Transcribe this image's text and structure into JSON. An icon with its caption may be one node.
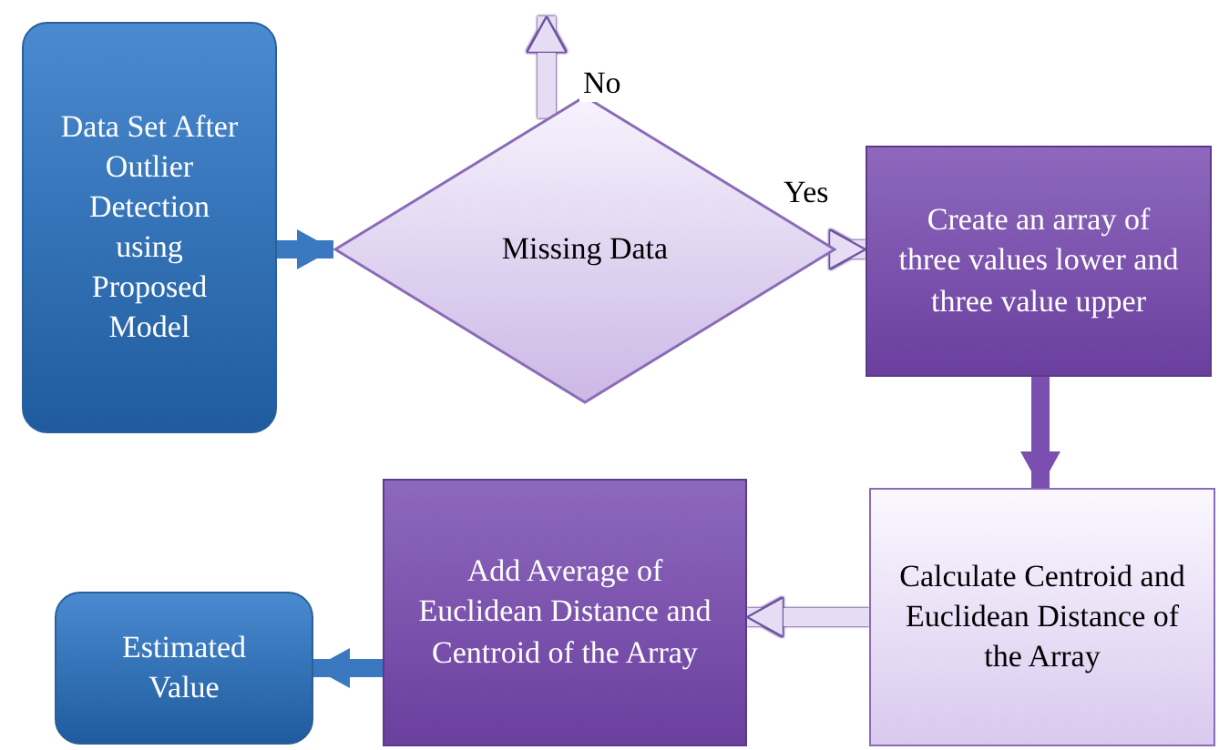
{
  "diagram": {
    "nodes": [
      {
        "text": [
          "Data Set After Outlier Detection using Proposed Model"
        ]
      },
      {
        "text": [
          "Missing Data"
        ]
      },
      {
        "text": [
          "Create an array of three values lower and three value upper"
        ]
      },
      {
        "text": [
          "Calculate Centroid and Euclidean Distance of the Array"
        ]
      },
      {
        "text": [
          "Add Average of Euclidean Distance and Centroid of the Array"
        ]
      },
      {
        "text": [
          "Estimated Value"
        ]
      }
    ],
    "edges": [
      {
        "from": 0,
        "to": 1,
        "arrow": "to",
        "color": "#3a78c0"
      },
      {
        "from": 1,
        "to": null,
        "arrow": "to",
        "label": "No",
        "color": "#e6dcf4"
      },
      {
        "from": 1,
        "to": 2,
        "arrow": "to",
        "label": "Yes",
        "color": "#e6dcf4"
      },
      {
        "from": 2,
        "to": 3,
        "arrow": "to",
        "color": "#7a4fb0"
      },
      {
        "from": 3,
        "to": 4,
        "arrow": "to",
        "color": "#e6dcf4"
      },
      {
        "from": 4,
        "to": 5,
        "arrow": "to",
        "color": "#3a78c0"
      }
    ]
  }
}
